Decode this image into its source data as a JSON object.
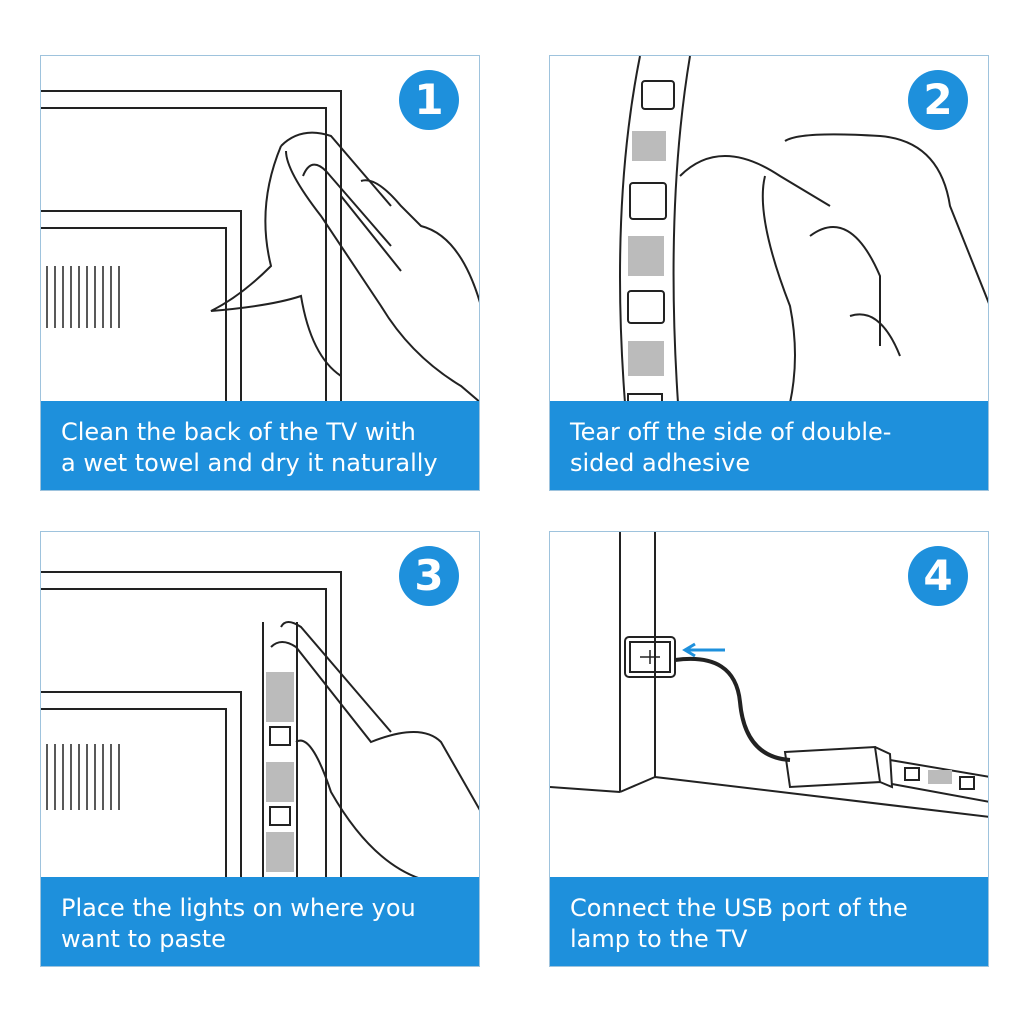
{
  "colors": {
    "accent": "#1e90dc",
    "line": "#222222"
  },
  "steps": [
    {
      "number": "1",
      "caption_lines": [
        "Clean the back of the TV with",
        "a wet towel and dry it naturally"
      ]
    },
    {
      "number": "2",
      "caption_lines": [
        "Tear off the side of double-",
        "sided adhesive"
      ]
    },
    {
      "number": "3",
      "caption_lines": [
        "Place the lights on where you",
        "want to paste"
      ]
    },
    {
      "number": "4",
      "caption_lines": [
        "Connect the USB port of the",
        "lamp to the TV"
      ]
    }
  ]
}
